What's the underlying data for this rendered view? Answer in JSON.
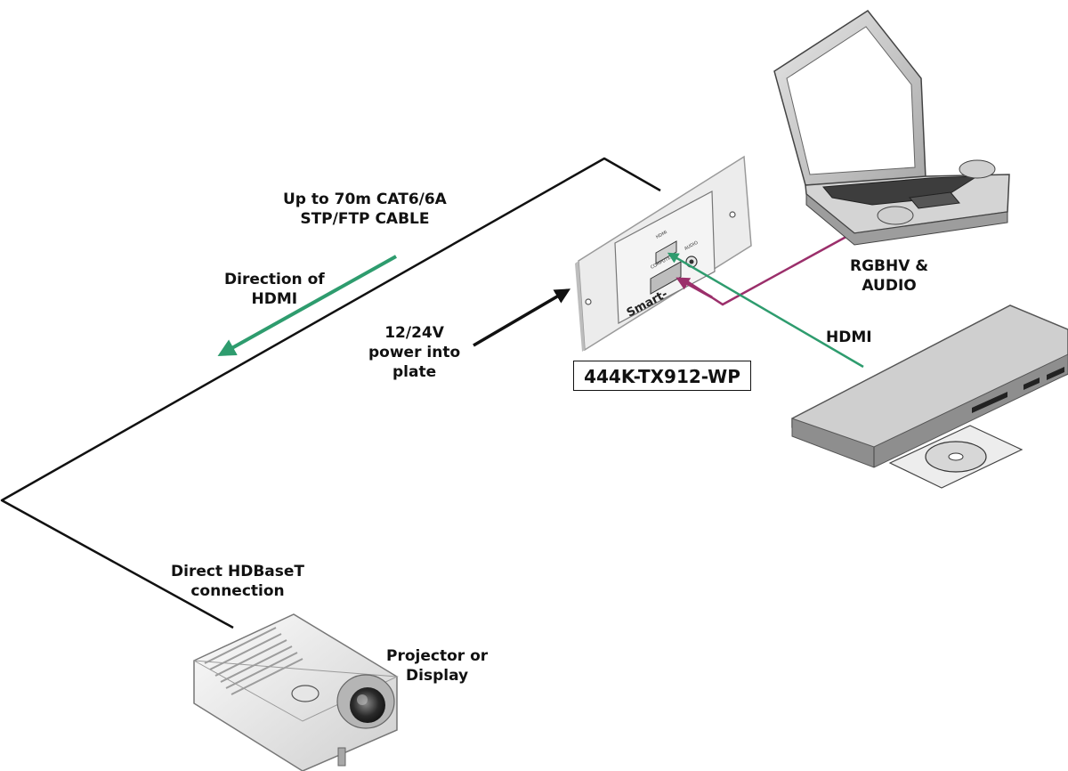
{
  "labels": {
    "cable": [
      "Up to 70m CAT6/6A",
      "STP/FTP CABLE"
    ],
    "direction": [
      "Direction of",
      "HDMI"
    ],
    "power": [
      "12/24V",
      "power into",
      "plate"
    ],
    "model": "444K-TX912-WP",
    "rgbhv": [
      "RGBHV &",
      "AUDIO"
    ],
    "hdmi": "HDMI",
    "hdbaset": [
      "Direct HDBaseT",
      "connection"
    ],
    "projector": [
      "Projector or",
      "Display"
    ]
  },
  "plate": {
    "port_labels": [
      "HDMI",
      "COMPUTER",
      "AUDIO"
    ],
    "brand": "Smart-"
  },
  "colors": {
    "cable": "#111111",
    "hdmi_signal": "#2e9c6e",
    "rgbhv_signal": "#9b2f6b",
    "plate": "#ececec",
    "device_body": "#c9c9c9"
  },
  "icons": [
    "laptop-icon",
    "bluray-player-icon",
    "projector-icon",
    "wall-plate-icon"
  ]
}
